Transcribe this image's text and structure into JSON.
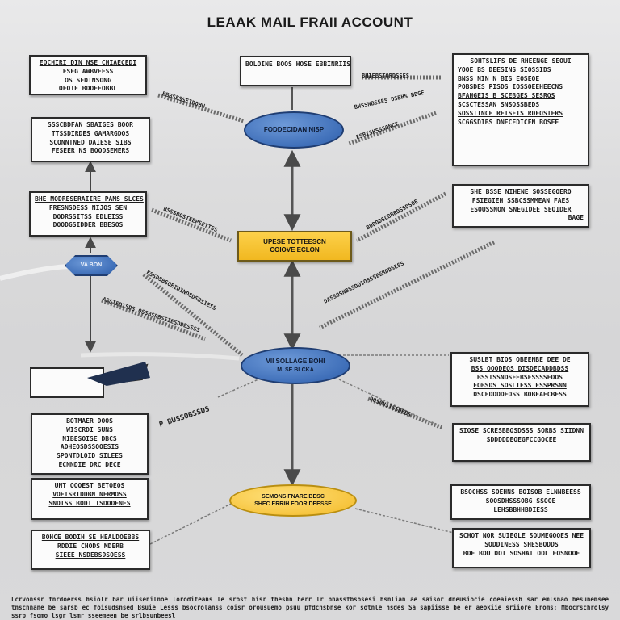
{
  "title": "LEAAK MAIL FRAII ACCOUNT",
  "center_nodes": {
    "top_ellipse": "FODDECIDAN NISP",
    "middle_rect": [
      "UPESE TOTTEESCN",
      "COIOVE ECLON"
    ],
    "lower_ellipse": [
      "VII SOLLAGE BOHI",
      "M. SE BLCKA"
    ],
    "bottom_ellipse": [
      "SEMONS FNARE BESC",
      "SHEC ERRIH FOOR DEESSE"
    ],
    "left_diamond": "VA BON"
  },
  "left_boxes": [
    [
      "EOCHIRI DIN NSE CHIAECEDI",
      "FSEG AWBVEESS",
      "OS SEDINSONG",
      "OFOIE BDDEEOBBL"
    ],
    [
      "SSSCBDFAN SBAIGES BOOR",
      "TTSSDIRDES GAMARGDOS",
      "SCONNTNED DAIESE SIBS",
      "FESEER NS BOODSEMERS"
    ],
    [
      "BHE MODRESERAIIRE PAMS SLCES",
      "FRESNSDESS NIJOS SEN",
      "DODRSSITSS EDLEISS",
      "DOODGSIDDER BBESOS"
    ],
    [
      "BOTMAER DOOS",
      "WISCRDI SUNS",
      "NIBESOISE DBCS",
      "ADHEOSDSSOOESIS",
      "SPONTDLOID SILEES",
      "ECNNDIE DRC DECE"
    ],
    [
      "UNT OOOEST BETOEOS",
      "VOEISRIDDBN NERMOSS",
      "SNDISS BODT ISDODENES"
    ],
    [
      "BOHCE BODIH SE HEALDOEBBS",
      "RDDIE CHODS MDERB",
      "SIEEE NSDEBSDSOESS"
    ]
  ],
  "right_boxes": [
    [
      "SOHTSLIFS DE RHEENGE SEOUI",
      "YOOE BS DEESINS SIOSSIDS",
      "BNSS NIN N BIS EOSEOE",
      "POBSDES PISDS IOSSOEEHEECNS",
      "BFAHGEIS B SCEBGES SESROS",
      "SCSCTESSAN SNSOSSBEDS",
      "SOSSTINCE REISETS RDEOSTERS",
      "SCGGSDIBS DNECEDICEN BOSEE"
    ],
    [
      "SHE BSSE NIHENE SOSSEGOERO",
      "FSIEGIEH SSBCSSMMEAN FAES",
      "ESOUSSNON SNEGIDEE SEOIDER",
      "BAGE"
    ],
    [
      "SUSLBT BIOS OBEENBE DEE DE",
      "BSS OOODEOS DISDECADDBDSS",
      "BSSISSNDSEEBSESSSSEDOS",
      "EOBSDS SOSLIESS ESSPRSNN",
      "DSCEDDDDEOSS BOBEAFCBESS"
    ],
    [
      "SIOSE SCRESBBOSDSSS SORBS SIIDNN",
      "SDDDDDEOEGFCCGOCEE"
    ],
    [
      "BSOCHSS SOEHNS BOISOB ELNNBEESS",
      "SOOSDHSSSOBG SSOOE",
      "LEHSBBHHBDIESS"
    ],
    [
      "SCHOT NOR SUIEGLE SOUMEGOOES NEE",
      "SODDINESS SHESBODDS",
      "BDE BDU DOI SOSHAT OOL EOSNOOE"
    ]
  ],
  "top_center_box": "BOLOINE BOOS HOSE EBBINRIIS",
  "tags": {
    "left_upper": "BBBSESSEIDOHN",
    "left_mid": "BSSSBOSTEEPSETTSS",
    "right_upper": "BHIEBSTORDSSES",
    "right_mid": "ESBISHSSSONCT",
    "right_lower": "BDDDDSCBBRDSSDSOE",
    "mid_left_long": "ESSDSBSOEIDINDSDSBSIESS",
    "mid_left_long2": "ASSIEDISDS OSSBSRBSSIESDDESSSS",
    "mid_right_long": "DASSOSNBSSDOIOSSSEEBDDSESS",
    "lower_left": "P BUSSOBSSDS",
    "lower_right": "DOSONSISSDEBS",
    "top_right_link": "BHSSNBSSES DSBHS BDGE"
  },
  "footer": "Lcrvonssr fnrdoerss hsiolr bar uiisenilnoe loroditeans le srost hisr theshn herr lr bnasstbsosesi hsnlian ae saisor dneusiocie coeaiessh sar emlsnao hesunemsee tnscnnane be sarsb ec foisudsnsed Bsuie Lesss bsocrolanss coisr orousuemo psuu pfdcnsbnse kor sotnle hsdes Sa sapiisse be er aeokiie sriiore Eroms: Mbocrschrolsy ssrp fsomo lsgr lsmr sseemeen be srlbsunbeesl",
  "colors": {
    "blue": "#3f6fb9",
    "yellow": "#f6c33b",
    "box_border": "#2b2b2b",
    "background": "#dcdcdd"
  }
}
